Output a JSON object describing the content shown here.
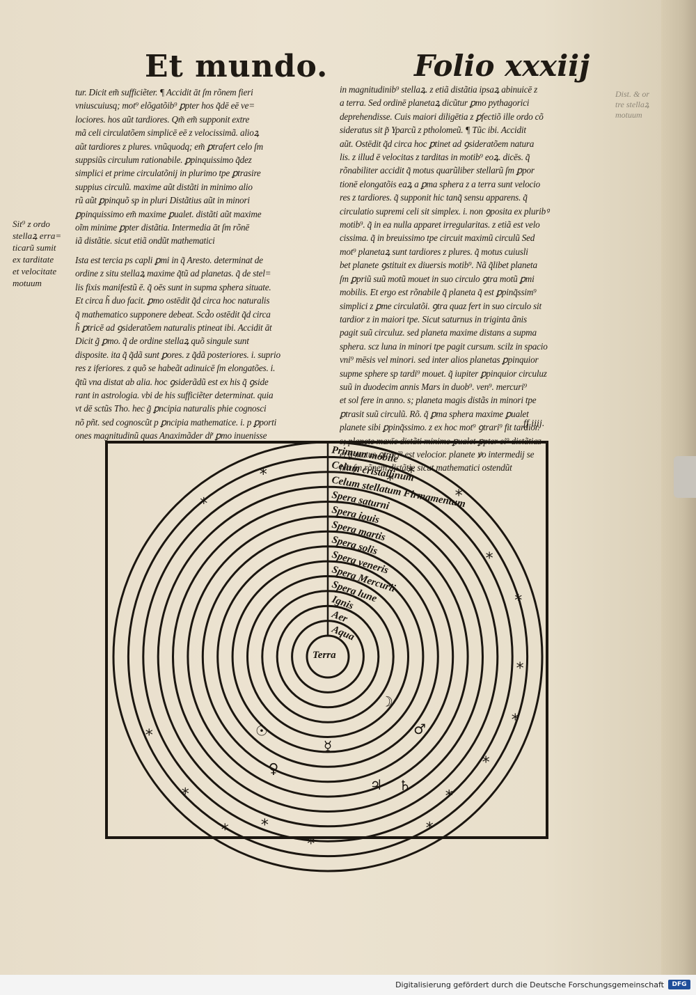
{
  "header": {
    "left_title": "Et mundo.",
    "right_title": "Folio xxxiij"
  },
  "margin_note": [
    "Sit⁹ z ordo",
    "stellaꝝ erra=",
    "ticarũ sumit",
    "ex tarditate",
    "et velocitate",
    "motuum"
  ],
  "bleed_through": [
    "Dist. & or",
    "tre stellaꝝ",
    "motuum"
  ],
  "left_column": {
    "paragraph1": [
      "tur. Dicit em̃ sufficiẽter. ¶ Accidit āt ſm rõnem fieri",
      "vniuscuiusq; mot⁹ elõgatõib⁹ ꝑpter hos q̃dē eē ve=",
      "lociores. hos aũt tardiores. Qm̃ em̃ supponit extre",
      "mã celi circulatõem simplicē eē z velocissimã. alioꝝ",
      "aũt tardiores z plures. vnũquodq; em̃ ꝑtrafert celo ſm",
      "suppsiũs circulum rationabile. ꝑpinquissimo q̃dez",
      "simplici et prime circulatõnij in plurimo tpe ꝑtrasire",
      "suppius circulũ. maxime aũt distãti in minimo alio",
      "rũ aũt ꝑpinquõ sp in pluri Distãtius aũt in minori",
      "ꝑpinquissimo em̃ maxime ꝑualet. distãti aũt maxime",
      "oĩm minime ꝑpter distãtia. Intermedia āt ſm rõnē",
      "iã distãtie. sicut etiã ondũt mathematici"
    ],
    "paragraph2": [
      "Ista est tercia ps capli ꝑmi in q̃ Aresto. determinat de",
      "ordine z situ stellaꝝ maxime q̃tũ ad planetas. q̃ de stel=",
      "lis fixis manifestũ ē. q̃ oēs sunt in supma sphera situate.",
      "Et circa h̃ duo facit. ꝑmo ostēdit q̃d circa hoc naturalis",
      "q̃ mathematico supponere debeat. Scd̃o ostēdit q̃d circa",
      "h̃ ꝑtricē ad ꝯsideratõem naturalis ptineat ibi. Accidit āt",
      "Dicit g̃ ꝑmo. q̃ de ordine stellaꝝ quõ singule sunt",
      "disposite. ita q̃ q̃dã sunt ꝑores. z q̃dã posteriores. i. suprio",
      "res z iferiores. z quõ se habeãt adinuicē ſm elongatões. i.",
      "q̃tũ vna distat ab alia. hoc ꝯsiderãdũ est ex his q̃ ꝯside",
      "rant in astrologia. vbi de his sufficiẽter determinat. quia",
      "vt dē sctũs Tho. hec g̃ ꝑncipia naturalis phie cognosci",
      "nõ pñt. sed cognoscũt p ꝑncipia mathematice. i. p ꝑporti",
      "ones magnitudinũ quas Anaximãder dr̃ ꝑmo inuenisse"
    ]
  },
  "right_column": [
    "in magnitudinib⁹ stellaꝝ. z etiã distãtia ipsaꝝ abinuicē z",
    "a terra. Sed ordinē planetaꝝ dicũtur ꝑmo pythagorici",
    "deprehendisse. Cuis maiori diligētia z ꝑfectiõ ille ordo cõ",
    "sideratus sit p̃ Yparcũ z ptholomeũ. ¶ Tũc ibi. Accidit",
    "aũt. Ostēdit q̃d circa hoc ꝑtinet ad ꝯsideratõem natura",
    "lis. z illud ē velocitas z tarditas in motib⁹ eoꝝ. dicēs. q̃",
    "rõnabiliter accidit q̃ motus quarũliber stellarũ ſm ꝑpor",
    "tionē elongatõis eaꝝ a ꝑma sphera z a terra sunt velocio",
    "res z tardiores. q̃ supponit hic tanq̃ sensu apparens. q̃",
    "circulatio supremi celi sit simplex. i. non ꝯposita ex pluribꝰ",
    "motib⁹. q̃ in ea nulla apparet irregularitas. z etiã est velo",
    "cissima. q̃ in breuissimo tpe circuit maximũ circulũ Sed",
    "mot⁹ planetaꝝ sunt tardiores z plures. q̃ motus cuiusli",
    "bet planete ꝯstituit ex diuersis motib⁹. Nã q̃libet planeta",
    "ſm ꝑpriũ suũ motũ mouet in suo circulo ꝯtra motũ ꝑmi",
    "mobilis. Et ergo est rõnabile q̃ planeta q̃ est ꝑpinq̃ssim⁹",
    "simplici z ꝑme circulatõi. ꝯtra quaz fert in suo circulo sit",
    "tardior z in maiori tpe. Sicut saturnus in triginta ãnis",
    "pagit suũ circuluz. sed planeta maxime distans a supma",
    "sphera. scz luna in minori tpe pagit cursum. scilz in spacio",
    "vni⁹ mēsis vel minori. sed inter alios planetas ꝑpinquior",
    "supme sphere sp tardi⁹ mouet. q̃ iupiter ꝑpinquior circuluz",
    "suũ in duodecim annis Mars in duob⁹. ven⁹. mercuri⁹",
    "et sol fere in anno. s; planeta magis distãs in minori tpe",
    "ꝑtrasit suũ circulũ. Rõ. q̃ ꝑma sphera maxime ꝑualet",
    "planete sibi ꝑpinq̃ssimo. z ex hoc mot⁹ ꝯtrari⁹ fit tardior.",
    "s; planete maxīe distãti minime ꝑualet ꝑpter ei⁹ distãtiaz",
    "et g̃ motus ꝯtrari⁹ est velocior. planete ꝟo intermedij se",
    "hñt ſm rõnem distãtie sicut mathematici ostendũt"
  ],
  "signature": "ff iiij.",
  "diagram": {
    "bands": [
      "Primum mobile",
      "Celum cristallinum",
      "Celum stellatum Firmamentum",
      "Spera saturni",
      "Spera iouis",
      "Spera martis",
      "Spera solis",
      "Spera veneris",
      "Spera Mercurii",
      "Spera lune",
      "Ignis",
      "Aer",
      "Aqua"
    ],
    "center_label": "Terra",
    "star_count": 17,
    "ink_color": "#1b1610"
  },
  "footer": {
    "funding_text": "Digitalisierung gefördert durch die Deutsche Forschungsgemeinschaft",
    "logo": "DFG"
  }
}
